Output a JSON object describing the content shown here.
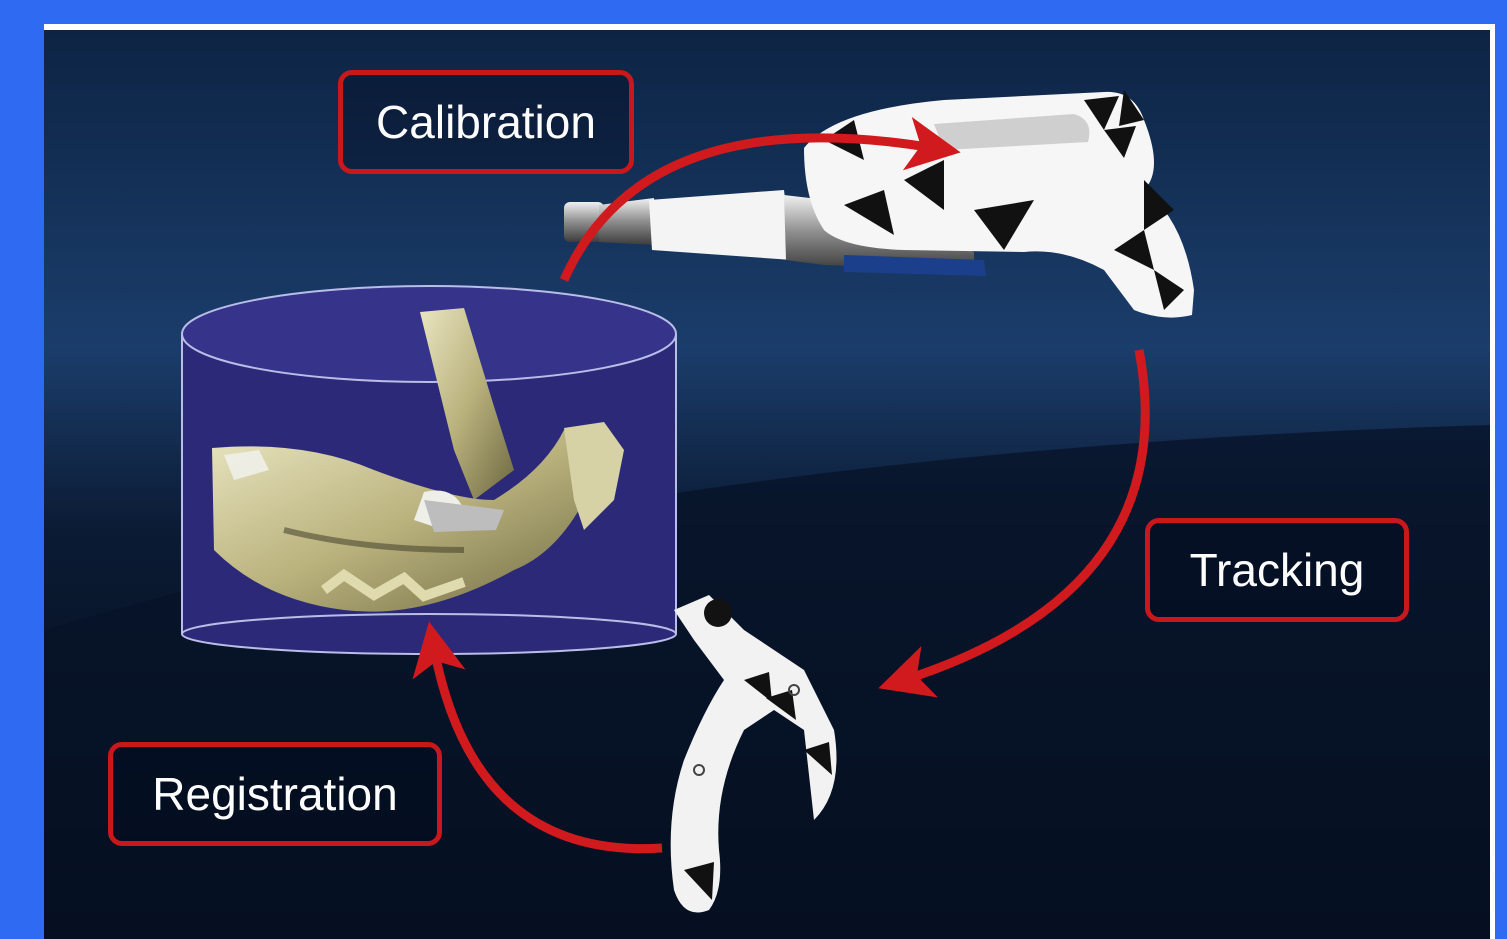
{
  "diagram": {
    "labels": {
      "calibration": "Calibration",
      "tracking": "Tracking",
      "registration": "Registration"
    },
    "colors": {
      "frame": "#2f6bf2",
      "accent_red": "#d11a1d",
      "background_top": "#1b3d6b",
      "background_bottom": "#020611",
      "volume_fill": "#2c2a78"
    },
    "items": {
      "volume": "ct-volume-jaw",
      "handpiece": "tracked-handpiece",
      "reference": "patient-reference-tracker"
    }
  }
}
